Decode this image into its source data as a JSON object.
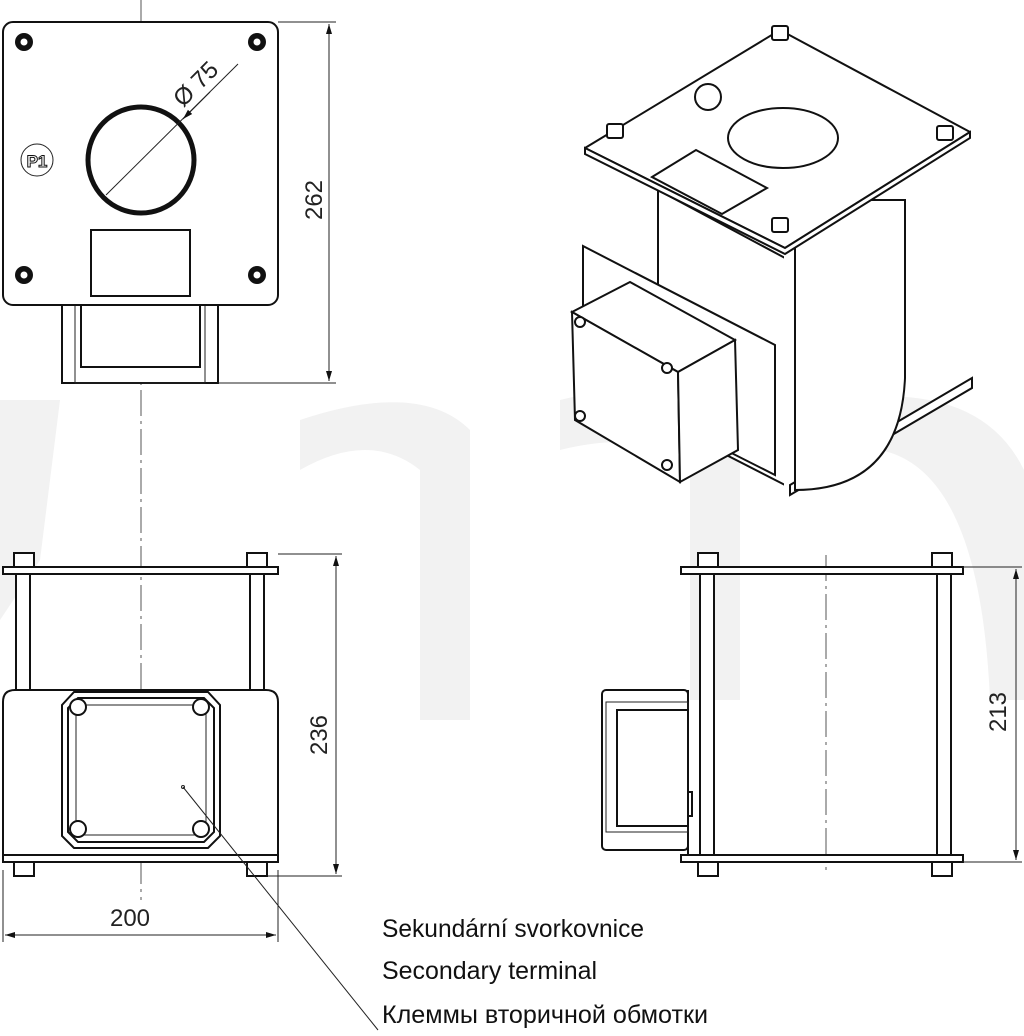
{
  "drawing": {
    "top_view": {
      "plate_label": "P1",
      "hole_diameter": "Ø 75",
      "height_dim": "262"
    },
    "front_view": {
      "height_dim": "236",
      "width_dim": "200"
    },
    "side_view": {
      "height_dim": "213"
    },
    "callout": {
      "lines": [
        "Sekundární svorkovnice",
        "Secondary terminal",
        "Клеммы вторичной обмотки"
      ]
    }
  },
  "colors": {
    "line": "#111111",
    "watermark": "#f2f2f2",
    "background": "#ffffff"
  }
}
